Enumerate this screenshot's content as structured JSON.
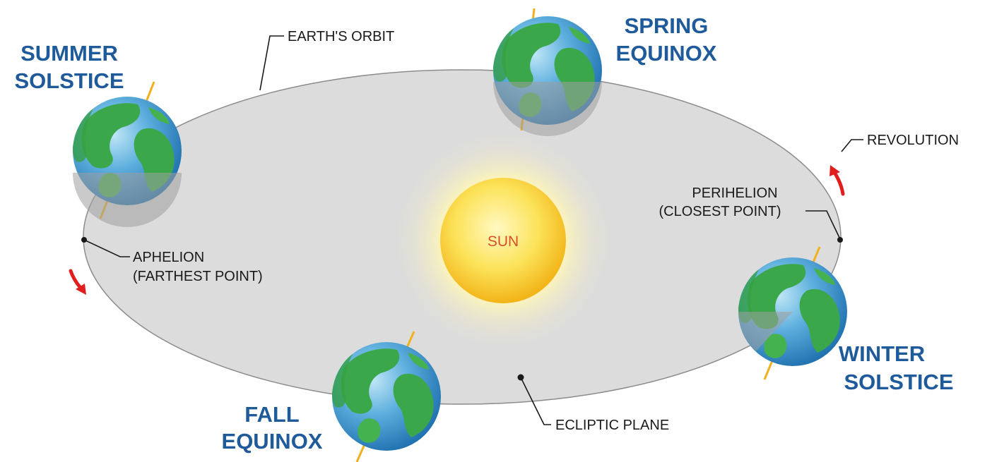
{
  "colors": {
    "season_label": "#1f5a9a",
    "callout_text": "#1a1a1a",
    "sun_label": "#d8502a",
    "ecliptic_fill": "#dcdcdc",
    "orbit_stroke": "#8c8c8c",
    "sun_core": "#f7c21b",
    "sun_glow": "#fff6a8",
    "arrow": "#e21d1d",
    "axis": "#f2b01e",
    "ocean": "#3b8fca",
    "land": "#3aa84a"
  },
  "labels": {
    "summer_solstice": [
      "SUMMER",
      "SOLSTICE"
    ],
    "spring_equinox": [
      "SPRING",
      "EQUINOX"
    ],
    "fall_equinox": [
      "FALL",
      "EQUINOX"
    ],
    "winter_solstice": [
      "WINTER",
      "SOLSTICE"
    ],
    "earths_orbit": "EARTH'S ORBIT",
    "revolution": "REVOLUTION",
    "perihelion": [
      "PERIHELION",
      "(CLOSEST POINT)"
    ],
    "aphelion": [
      "APHELION",
      "(FARTHEST POINT)"
    ],
    "ecliptic_plane": "ECLIPTIC PLANE",
    "sun": "SUN"
  },
  "icons": {
    "earth": "earth-globe-icon",
    "revolution_arrow": "curved-arrow-icon"
  }
}
